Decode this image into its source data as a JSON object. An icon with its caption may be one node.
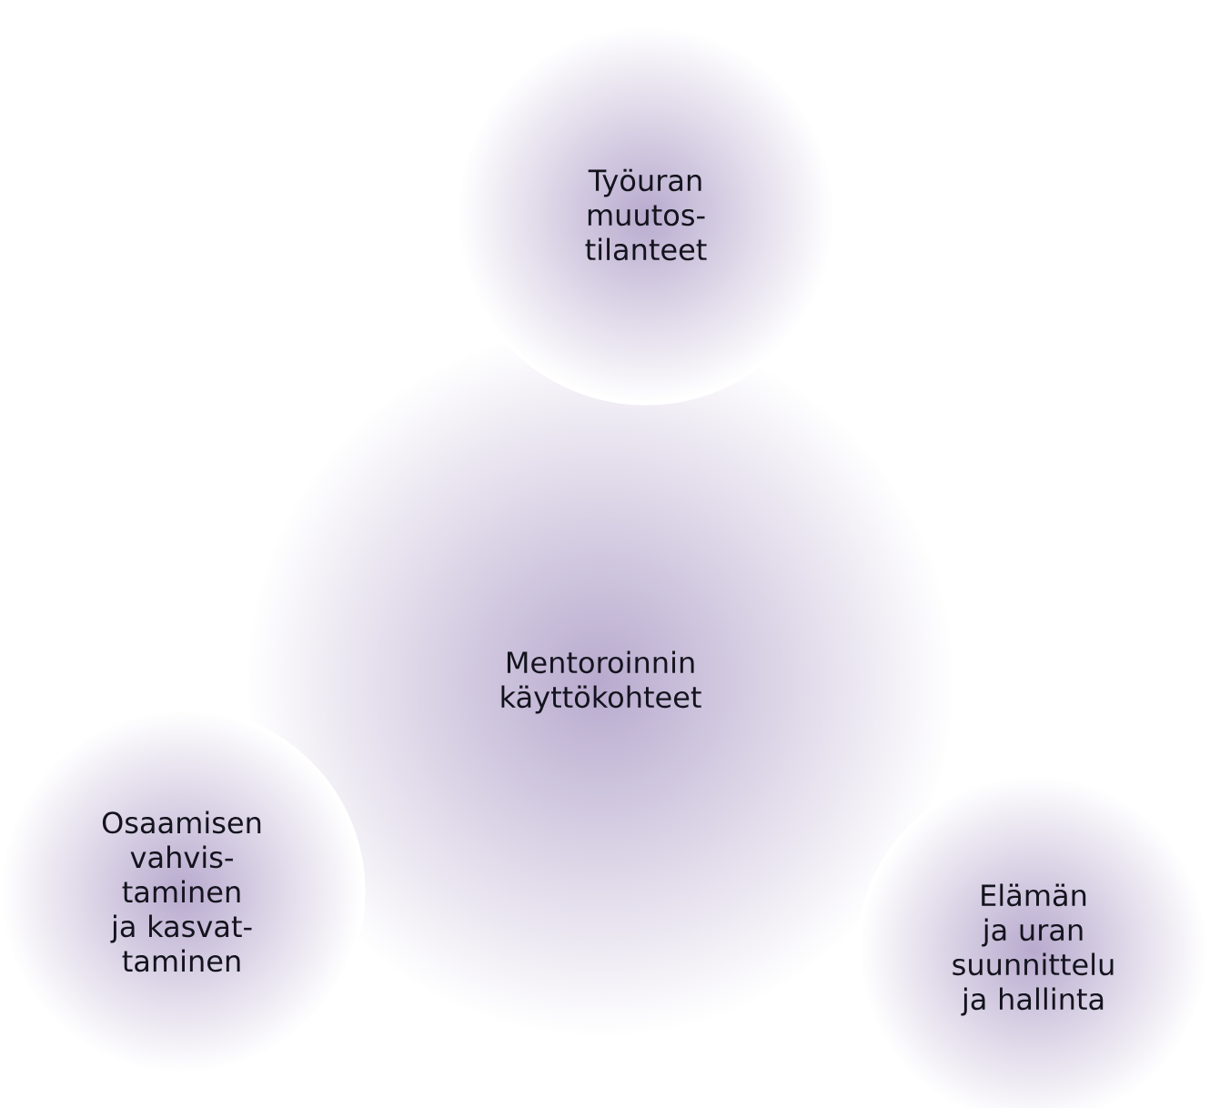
{
  "diagram": {
    "nodes": [
      {
        "text": [
          "Työuran muutos- tilanteet"
        ]
      },
      {
        "text": [
          "Mentoroinnin käyttökohteet"
        ]
      },
      {
        "text": [
          "Osaamisen vahvis- taminen ja kasvat- taminen"
        ]
      },
      {
        "text": [
          "Elämän ja uran suunnittelu ja hallinta"
        ]
      }
    ]
  }
}
